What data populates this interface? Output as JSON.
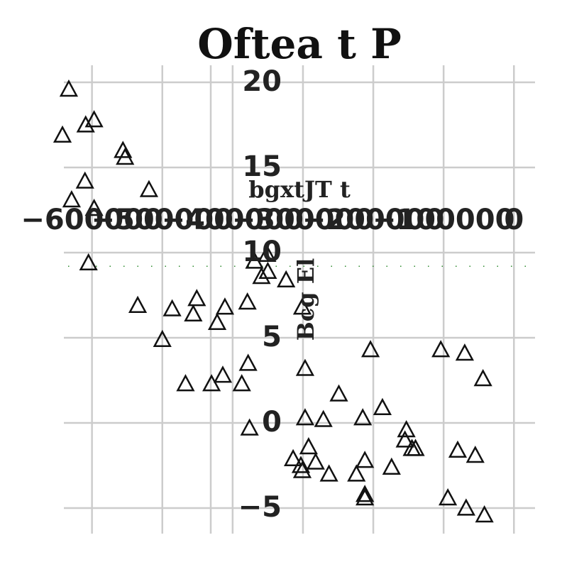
{
  "chart_data": {
    "type": "scatter",
    "title": "Oftea  t P",
    "xlabel": "bgxtJT t",
    "ylabel": "Bcg El",
    "x_ticks": [
      -600000,
      -500000,
      -400000,
      -300000,
      -200000,
      -100000,
      0
    ],
    "x_tick_labels": [
      "−600000",
      "−500000",
      "−400000",
      "−300000",
      "−200000",
      "−100000",
      "0"
    ],
    "y_ticks": [
      20,
      15,
      10,
      5,
      0,
      -5
    ],
    "y_tick_labels": [
      "20",
      "15",
      "10",
      "5",
      "0",
      "−5"
    ],
    "xlim": [
      -640000,
      30000
    ],
    "ylim": [
      -6.5,
      21
    ],
    "grid": true,
    "marker": "triangle",
    "reference_line": {
      "y": 9.2,
      "color": "#2e8b2e",
      "style": "dotted"
    },
    "series": [
      {
        "points": [
          [
            -633000,
            19.6
          ],
          [
            -642000,
            16.9
          ],
          [
            -609000,
            17.5
          ],
          [
            -597000,
            17.8
          ],
          [
            -610000,
            14.2
          ],
          [
            -629000,
            13.1
          ],
          [
            -597000,
            12.6
          ],
          [
            -605000,
            9.4
          ],
          [
            -556000,
            16.0
          ],
          [
            -553000,
            15.6
          ],
          [
            -519000,
            13.7
          ],
          [
            -535000,
            6.9
          ],
          [
            -500000,
            4.9
          ],
          [
            -486000,
            6.7
          ],
          [
            -456000,
            6.4
          ],
          [
            -451000,
            7.3
          ],
          [
            -467000,
            2.3
          ],
          [
            -430000,
            2.3
          ],
          [
            -422000,
            5.9
          ],
          [
            -414000,
            2.8
          ],
          [
            -411000,
            6.8
          ],
          [
            -387000,
            2.3
          ],
          [
            -378000,
            3.5
          ],
          [
            -379000,
            7.1
          ],
          [
            -369000,
            9.5
          ],
          [
            -359000,
            8.6
          ],
          [
            -350000,
            8.9
          ],
          [
            -351000,
            9.9
          ],
          [
            -324000,
            8.4
          ],
          [
            -301000,
            6.8
          ],
          [
            -376000,
            -0.3
          ],
          [
            -314000,
            -2.1
          ],
          [
            -303000,
            -2.5
          ],
          [
            -301000,
            -2.8
          ],
          [
            -297000,
            0.3
          ],
          [
            -297000,
            3.2
          ],
          [
            -292000,
            -1.4
          ],
          [
            -282000,
            -2.3
          ],
          [
            -271000,
            0.2
          ],
          [
            -263000,
            -3.0
          ],
          [
            -249000,
            1.7
          ],
          [
            -224000,
            -3.0
          ],
          [
            -215000,
            0.3
          ],
          [
            -212000,
            -2.2
          ],
          [
            -212000,
            -4.2
          ],
          [
            -212000,
            -4.4
          ],
          [
            -204000,
            4.3
          ],
          [
            -187000,
            0.9
          ],
          [
            -174000,
            -2.6
          ],
          [
            -155000,
            -1.0
          ],
          [
            -153000,
            -0.4
          ],
          [
            -145000,
            -1.5
          ],
          [
            -140000,
            -1.5
          ],
          [
            -104000,
            4.3
          ],
          [
            -94000,
            -4.4
          ],
          [
            -80000,
            -1.6
          ],
          [
            -70000,
            4.1
          ],
          [
            -68000,
            -5.0
          ],
          [
            -55000,
            -1.9
          ],
          [
            -42000,
            -5.4
          ],
          [
            -44000,
            2.6
          ]
        ]
      }
    ]
  }
}
